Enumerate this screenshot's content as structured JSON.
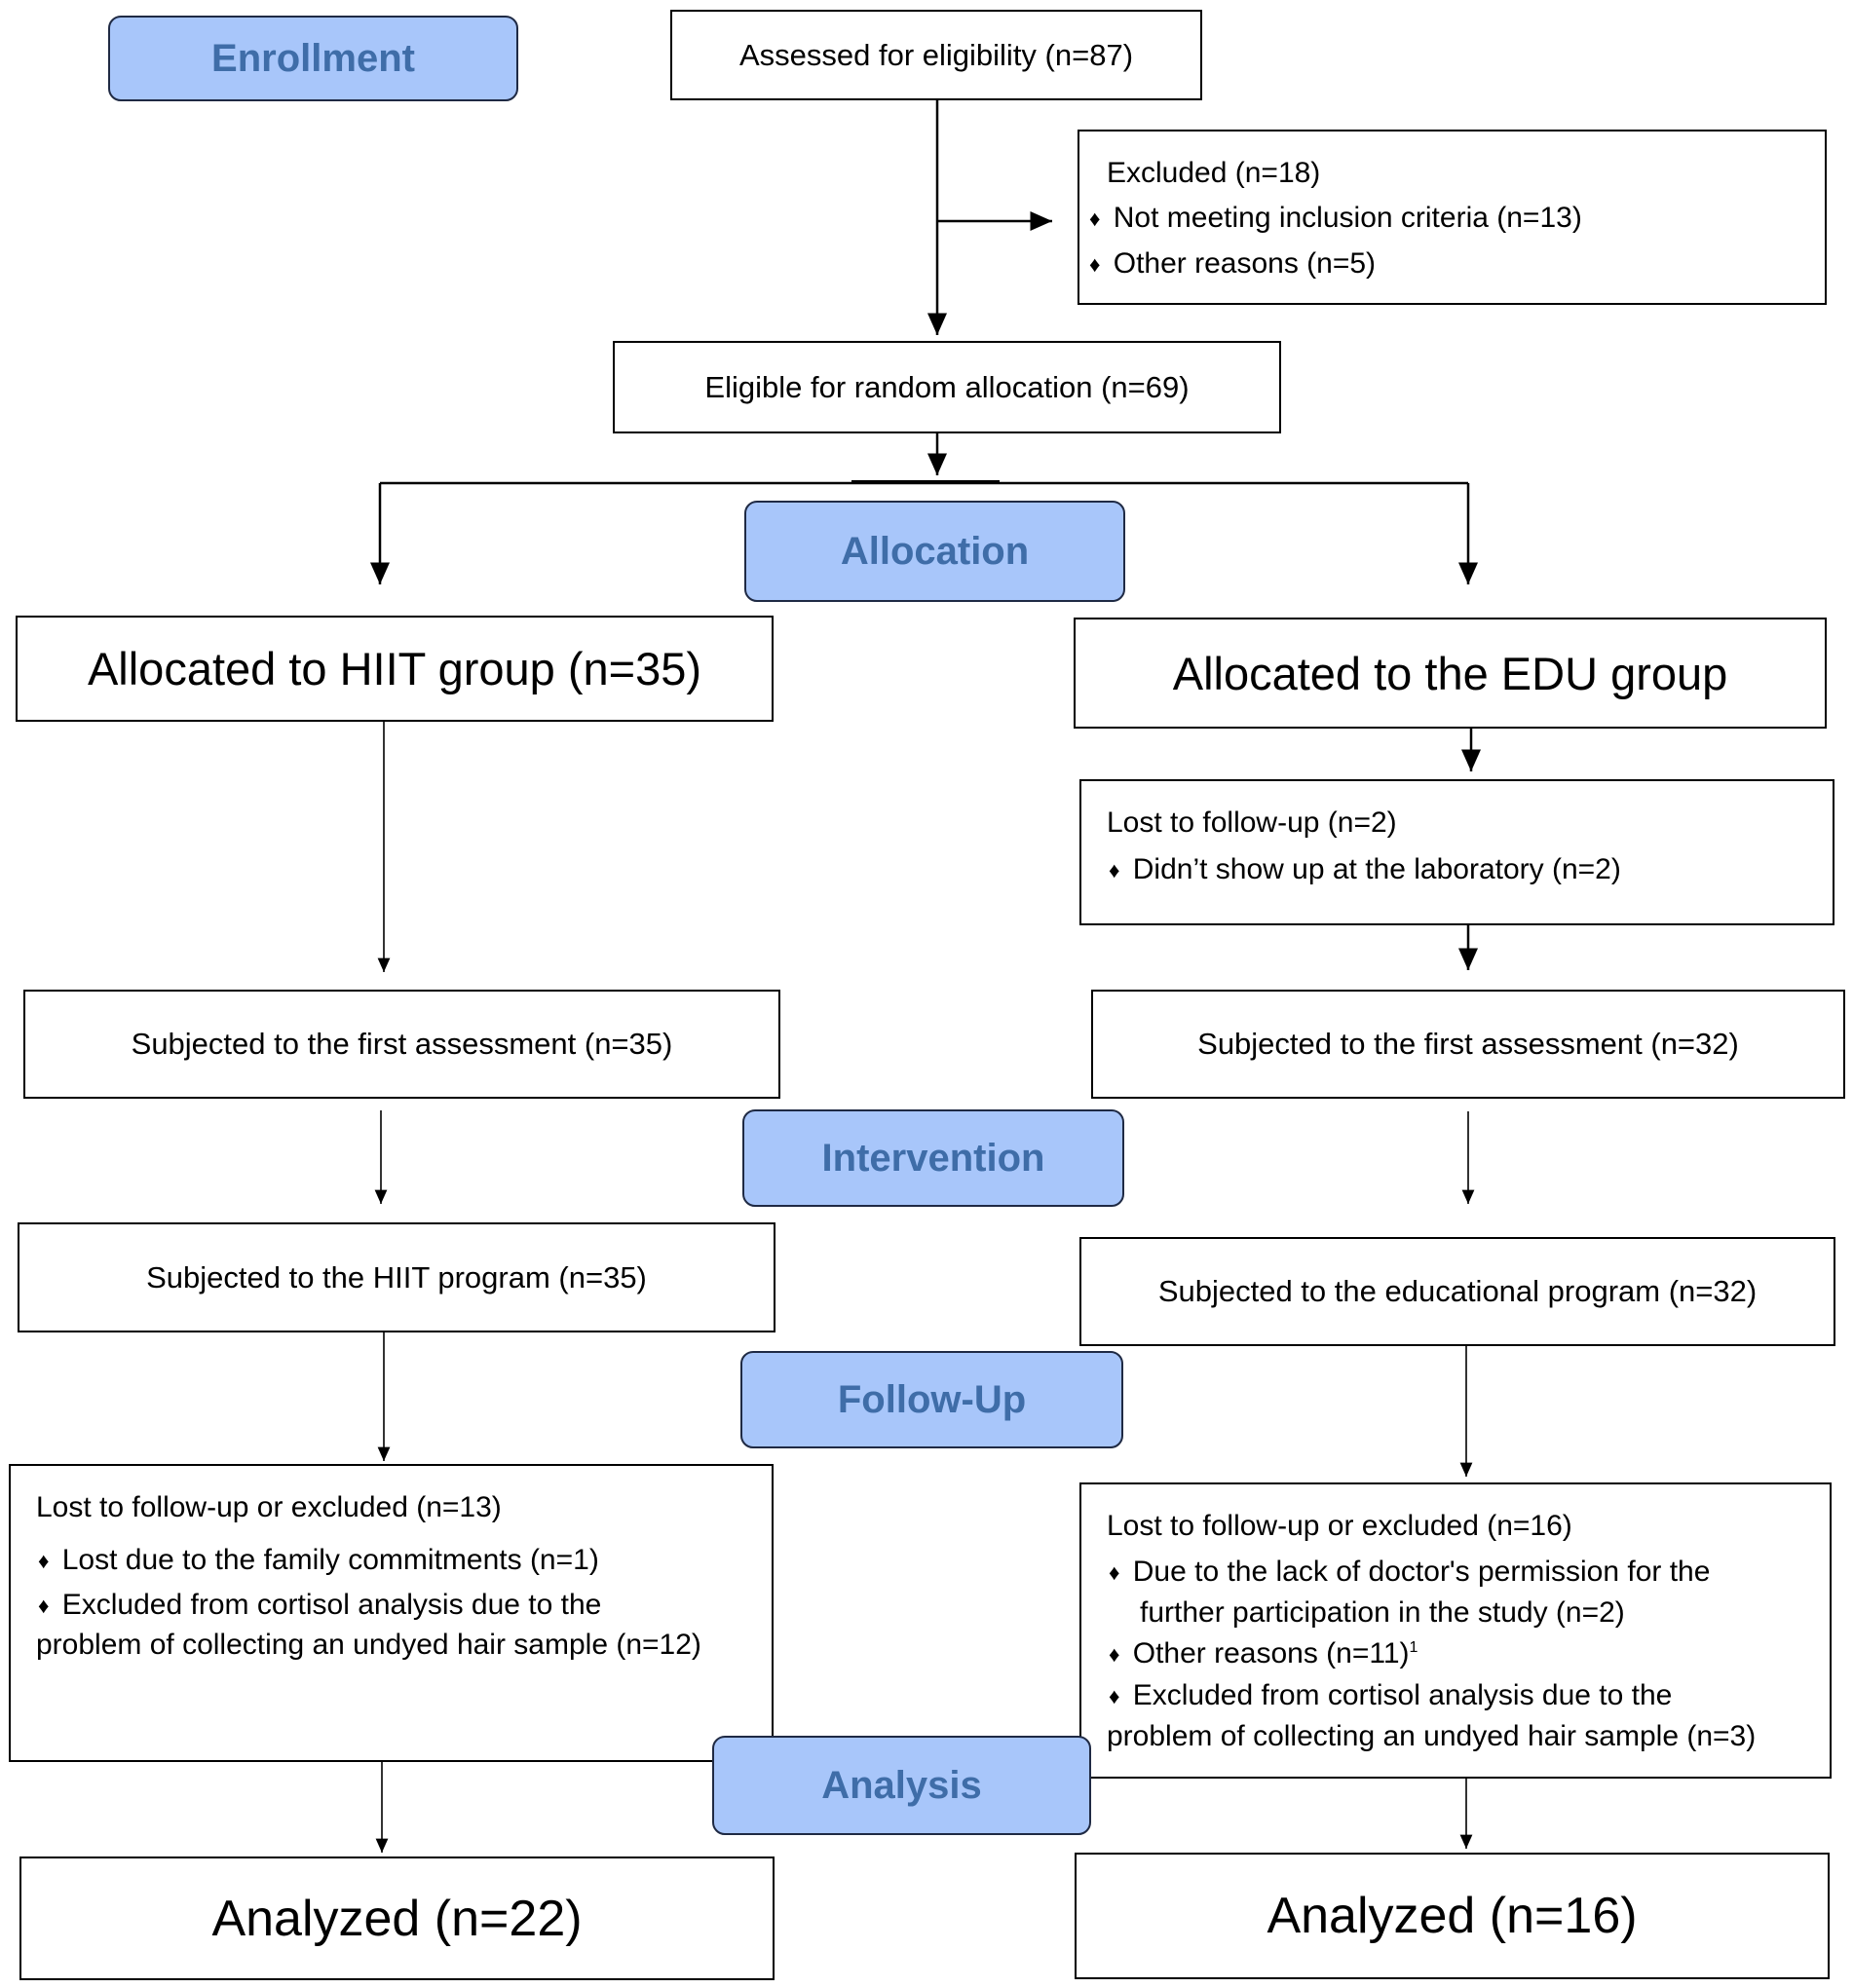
{
  "stages": {
    "enrollment": "Enrollment",
    "allocation": "Allocation",
    "intervention": "Intervention",
    "follow_up": "Follow-Up",
    "analysis": "Analysis"
  },
  "enrollment": {
    "assessed": "Assessed for eligibility (n=87)",
    "excluded": {
      "title": "Excluded  (n=18)",
      "items": [
        "Not meeting inclusion criteria (n=13)",
        "Other reasons (n=5)"
      ]
    },
    "eligible": "Eligible for random allocation (n=69)"
  },
  "hiit": {
    "allocated": "Allocated to HIIT group (n=35)",
    "first_assessment": "Subjected to the first assessment (n=35)",
    "program": "Subjected to the HIIT program (n=35)",
    "lost": {
      "title": "Lost to follow-up or excluded (n=13)",
      "item1": "Lost due to the family commitments (n=1)",
      "item2_line1": "Excluded from cortisol analysis due to the",
      "item2_line2": "problem of collecting an undyed hair sample (n=12)"
    },
    "analyzed": "Analyzed  (n=22)"
  },
  "edu": {
    "allocated": "Allocated to the EDU group",
    "lost_pre": {
      "title": "Lost to follow-up (n=2)",
      "item": "Didn’t show up at the laboratory (n=2)"
    },
    "first_assessment": "Subjected to the first assessment (n=32)",
    "program": "Subjected to the educational program (n=32)",
    "lost": {
      "title": "Lost to follow-up or excluded (n=16)",
      "item1_line1": "Due to the lack of doctor's permission for the",
      "item1_line2": "further participation in the study (n=2)",
      "item2": "Other reasons (n=11)",
      "item2_sup": "1",
      "item3_line1": "Excluded from cortisol analysis due to the",
      "item3_line2": "problem of collecting an undyed hair sample (n=3)"
    },
    "analyzed": "Analyzed  (n=16)"
  },
  "bullet": "♦"
}
